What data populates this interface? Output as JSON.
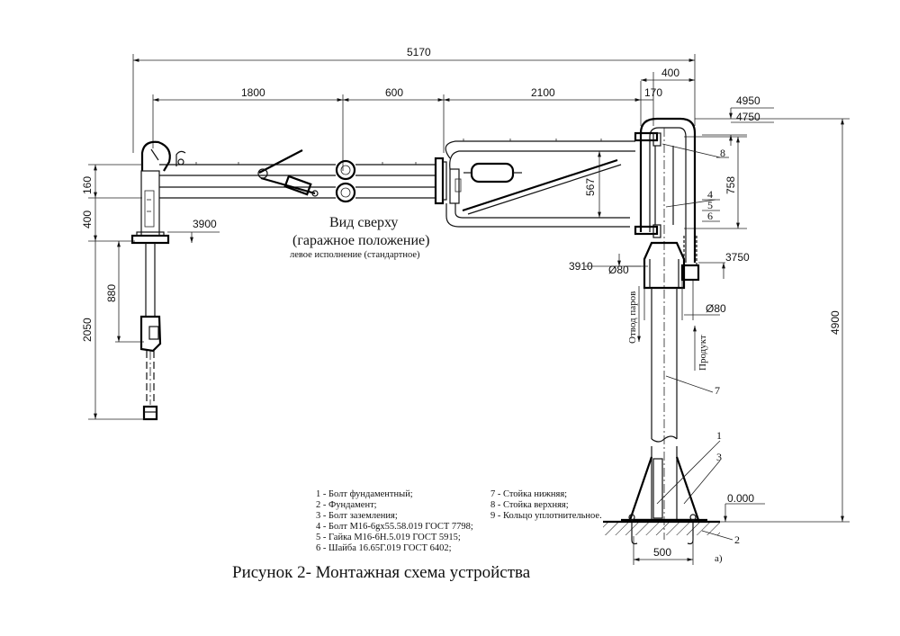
{
  "dimensions": {
    "total_width": "5170",
    "seg_1800": "1800",
    "seg_600": "600",
    "seg_2100": "2100",
    "seg_400": "400",
    "seg_170": "170",
    "h_4950": "4950",
    "h_4750": "4750",
    "h_4900": "4900",
    "h_758": "758",
    "h_567": "567",
    "h_160": "160",
    "h_400": "400",
    "h_880": "880",
    "h_2050": "2050",
    "h_3900": "3900",
    "h_3910": "3910",
    "h_3750": "3750",
    "dia_80_left": "Ø80",
    "dia_80_right": "Ø80",
    "base_500": "500",
    "zero_level": "0.000"
  },
  "view_label": {
    "line1": "Вид сверху",
    "line2": "(гаражное положение)",
    "line3": "левое исполнение (стандартное)"
  },
  "side_labels": {
    "vapor_outlet": "Отвод паров",
    "product": "Продукт"
  },
  "callouts": [
    "1",
    "2",
    "3",
    "4",
    "5",
    "6",
    "7",
    "8"
  ],
  "legend_left": [
    "1 - Болт фундаментный;",
    "2 - Фундамент;",
    "3 - Болт заземления;",
    "4 - Болт М16-6gx55.58.019 ГОСТ 7798;",
    "5 - Гайка М16-6Н.5.019 ГОСТ 5915;",
    "6 - Шайба 16.65Г.019 ГОСТ 6402;"
  ],
  "legend_right": [
    "7 - Стойка нижняя;",
    "8 - Стойка верхняя;",
    "9 - Кольцо уплотнительное."
  ],
  "sub_label": "а)",
  "caption": "Рисунок 2- Монтажная схема устройства"
}
